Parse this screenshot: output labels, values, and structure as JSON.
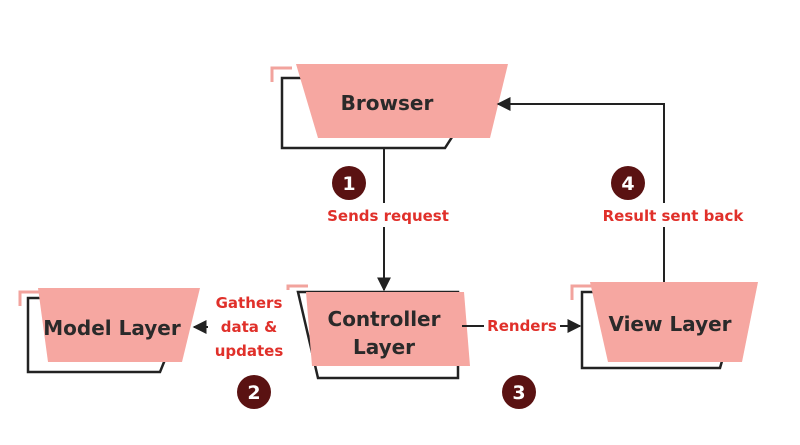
{
  "colors": {
    "node_fill": "#f6a7a1",
    "node_outline": "#222222",
    "node_accent": "#f2a39d",
    "edge_label": "#e0302a",
    "step_badge": "#5a1212",
    "arrow": "#222222"
  },
  "nodes": {
    "browser": {
      "label": "Browser"
    },
    "controller": {
      "label_line1": "Controller",
      "label_line2": "Layer"
    },
    "model": {
      "label": "Model Layer"
    },
    "view": {
      "label": "View Layer"
    }
  },
  "edges": {
    "sends_request": {
      "label": "Sends request"
    },
    "gathers": {
      "line1": "Gathers",
      "line2": "data &",
      "line3": "updates"
    },
    "renders": {
      "label": "Renders"
    },
    "result": {
      "label": "Result sent back"
    }
  },
  "steps": [
    "1",
    "2",
    "3",
    "4"
  ]
}
